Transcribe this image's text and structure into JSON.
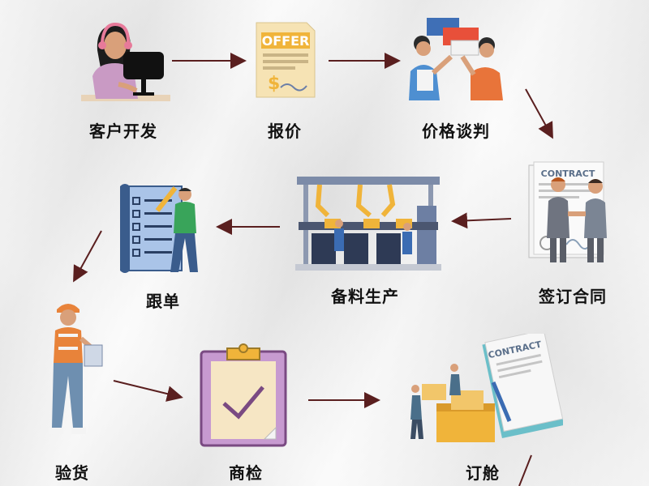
{
  "steps": [
    {
      "label": "客户开发"
    },
    {
      "label": "报价"
    },
    {
      "label": "价格谈判"
    },
    {
      "label": "签订合同"
    },
    {
      "label": "备料生产"
    },
    {
      "label": "跟单"
    },
    {
      "label": "验货"
    },
    {
      "label": "商检"
    },
    {
      "label": "订舱"
    }
  ],
  "offer_text": "OFFER",
  "contract_text": "CONTRACT",
  "colors": {
    "arrow": "#5a1f1f",
    "text": "#111111",
    "blue": "#4a7fc1",
    "orange": "#e8833a"
  }
}
